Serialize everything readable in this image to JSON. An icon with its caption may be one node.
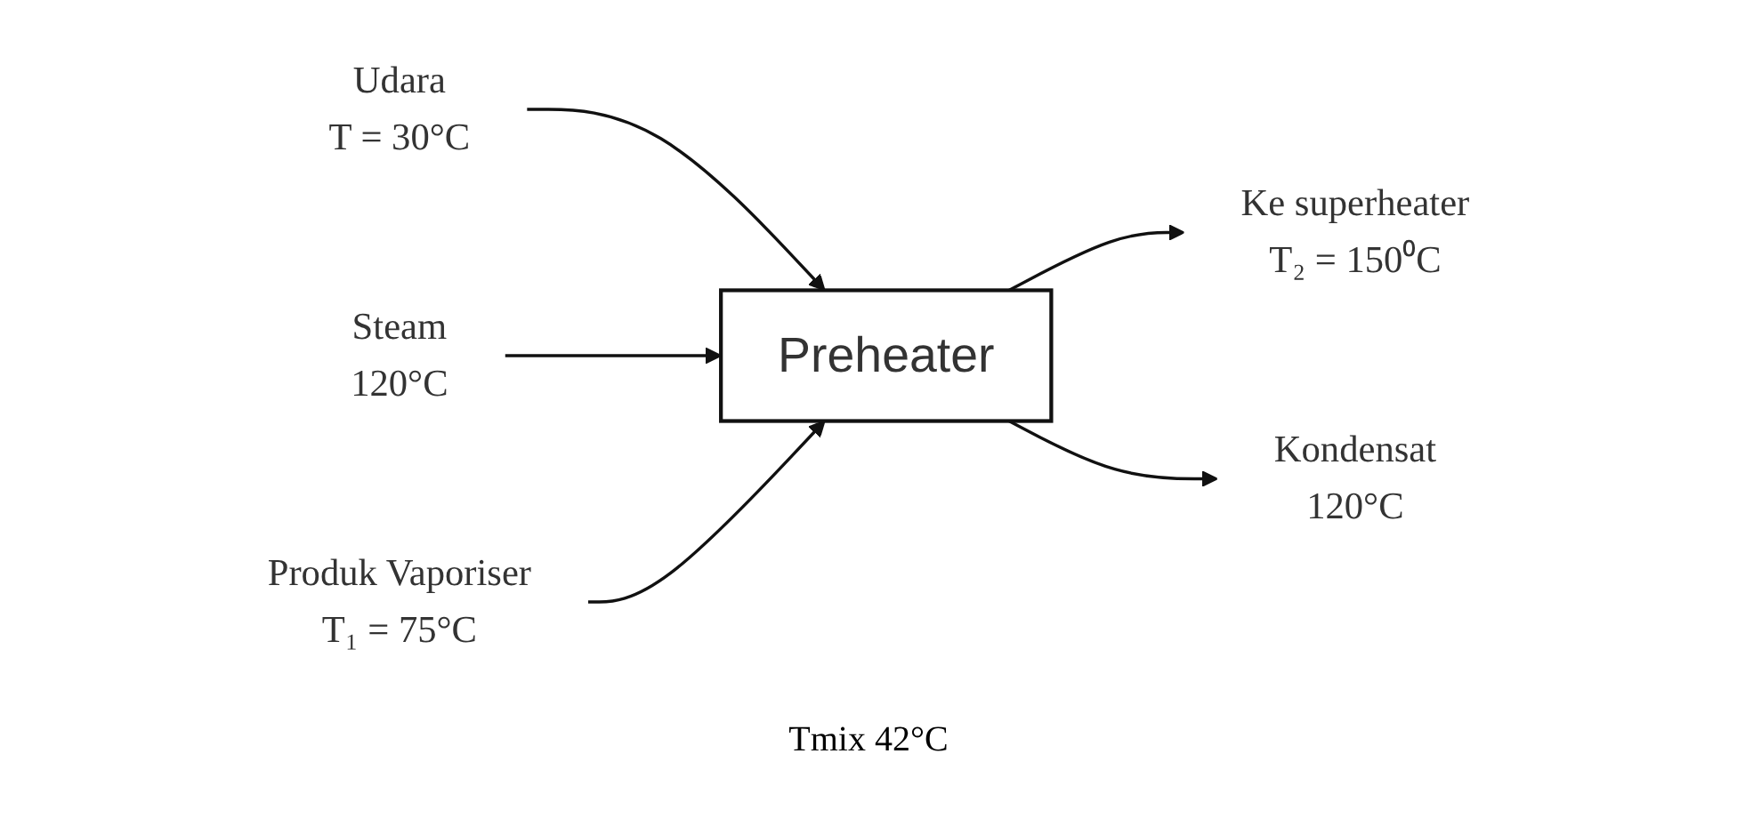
{
  "diagram": {
    "nodes": [
      {
        "text": [
          "Udara",
          "T = 30°C"
        ]
      },
      {
        "text": [
          "Steam",
          "120°C"
        ]
      },
      {
        "text": [
          "Produk Vaporiser",
          "T₁ = 75°C"
        ]
      },
      {
        "text": [
          "Preheater"
        ]
      },
      {
        "text": [
          "Ke superheater",
          "T₂ = 150⁰C"
        ]
      },
      {
        "text": [
          "Kondensat",
          "120°C"
        ]
      }
    ],
    "edges": [
      {
        "from": 0,
        "to": 3,
        "arrow": "to"
      },
      {
        "from": 1,
        "to": 3,
        "arrow": "to"
      },
      {
        "from": 2,
        "to": 3,
        "arrow": "to"
      },
      {
        "from": 3,
        "to": 4,
        "arrow": "to"
      },
      {
        "from": 3,
        "to": 5,
        "arrow": "to"
      }
    ],
    "labels": [
      "Tmix 42°C"
    ]
  }
}
